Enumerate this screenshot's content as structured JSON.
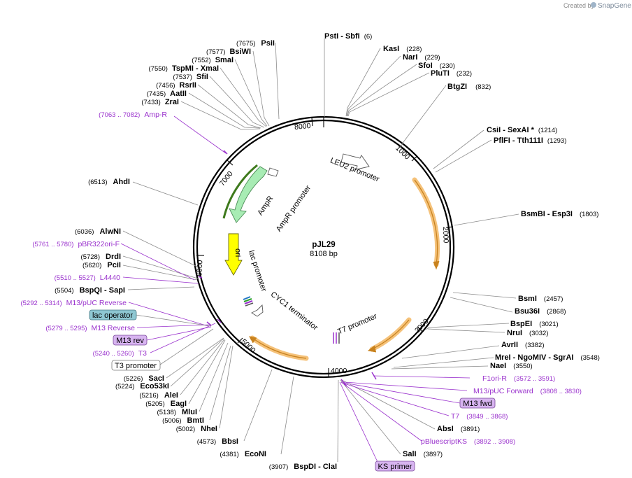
{
  "watermark": {
    "created_by": "Created by",
    "brand": "SnapGene"
  },
  "plasmid": {
    "name": "pJL29",
    "size_label": "8108 bp"
  },
  "scale_ticks": [
    "1000",
    "2000",
    "3000",
    "4000",
    "5000",
    "6000",
    "7000",
    "8000"
  ],
  "features": {
    "leu2_promoter": "LEU2 promoter",
    "ampr": "AmpR",
    "ampr_promoter": "AmpR promoter",
    "ori": "ori",
    "lac_promoter": "lac promoter",
    "cyc1_terminator": "CYC1 terminator",
    "t7_promoter": "T7 promoter"
  },
  "sites": [
    {
      "id": "psti",
      "name": "PstI   - SbfI",
      "coord": "(6)"
    },
    {
      "id": "kasi",
      "name": "KasI",
      "coord": "(228)"
    },
    {
      "id": "nari",
      "name": "NarI",
      "coord": "(229)"
    },
    {
      "id": "sfoi",
      "name": "SfoI",
      "coord": "(230)"
    },
    {
      "id": "pluti",
      "name": "PluTI",
      "coord": "(232)"
    },
    {
      "id": "btgzi",
      "name": "BtgZI",
      "coord": "(832)"
    },
    {
      "id": "csii",
      "name": "CsiI   - SexAI *",
      "coord": "(1214)"
    },
    {
      "id": "pflfi",
      "name": "PflFI   - Tth111I",
      "coord": "(1293)"
    },
    {
      "id": "bsmbi",
      "name": "BsmBI    - Esp3I",
      "coord": "(1803)"
    },
    {
      "id": "bsmi",
      "name": "BsmI",
      "coord": "(2457)"
    },
    {
      "id": "bsu36i",
      "name": "Bsu36I",
      "coord": "(2868)"
    },
    {
      "id": "bspei",
      "name": "BspEI",
      "coord": "(3021)"
    },
    {
      "id": "nrui",
      "name": "NruI",
      "coord": "(3032)"
    },
    {
      "id": "avrii",
      "name": "AvrII",
      "coord": "(3382)"
    },
    {
      "id": "mrei",
      "name": "MreI   - NgoMIV   - SgrAI",
      "coord": "(3548)"
    },
    {
      "id": "naei",
      "name": "NaeI",
      "coord": "(3550)"
    },
    {
      "id": "absi",
      "name": "AbsI",
      "coord": "(3891)"
    },
    {
      "id": "sali",
      "name": "SalI",
      "coord": "(3897)"
    },
    {
      "id": "bspdi",
      "name": "BspDI   - ClaI",
      "coord": "(3907)"
    },
    {
      "id": "econi",
      "name": "EcoNI",
      "coord": "(4381)"
    },
    {
      "id": "bbsi",
      "name": "BbsI",
      "coord": "(4573)"
    },
    {
      "id": "nhei",
      "name": "NheI",
      "coord": "(5002)"
    },
    {
      "id": "bmti",
      "name": "BmtI",
      "coord": "(5006)"
    },
    {
      "id": "mlui",
      "name": "MluI",
      "coord": "(5138)"
    },
    {
      "id": "eagi",
      "name": "EagI",
      "coord": "(5205)"
    },
    {
      "id": "alei",
      "name": "AleI",
      "coord": "(5216)"
    },
    {
      "id": "eco53ki",
      "name": "Eco53kI",
      "coord": "(5224)"
    },
    {
      "id": "saci",
      "name": "SacI",
      "coord": "(5226)"
    },
    {
      "id": "sapi",
      "name": "BspQI   - SapI",
      "coord": "(5504)"
    },
    {
      "id": "pcii",
      "name": "PciI",
      "coord": "(5620)"
    },
    {
      "id": "drdi",
      "name": "DrdI",
      "coord": "(5728)"
    },
    {
      "id": "alwni",
      "name": "AlwNI",
      "coord": "(6036)"
    },
    {
      "id": "ahdi",
      "name": "AhdI",
      "coord": "(6513)"
    },
    {
      "id": "zrai",
      "name": "ZraI",
      "coord": "(7433)"
    },
    {
      "id": "aatii",
      "name": "AatII",
      "coord": "(7435)"
    },
    {
      "id": "rsrii",
      "name": "RsrII",
      "coord": "(7456)"
    },
    {
      "id": "sfii",
      "name": "SfiI",
      "coord": "(7537)"
    },
    {
      "id": "tspmi",
      "name": "TspMI   - XmaI",
      "coord": "(7550)"
    },
    {
      "id": "smai",
      "name": "SmaI",
      "coord": "(7552)"
    },
    {
      "id": "bsiwi",
      "name": "BsiWI",
      "coord": "(7577)"
    },
    {
      "id": "psii",
      "name": "PsiI",
      "coord": "(7675)"
    }
  ],
  "primers": [
    {
      "id": "amp-r",
      "name": "Amp-R",
      "coord": "(7063 .. 7082)"
    },
    {
      "id": "pbr322ori-f",
      "name": "pBR322ori-F",
      "coord": "(5761 .. 5780)"
    },
    {
      "id": "l4440",
      "name": "L4440",
      "coord": "(5510 .. 5527)"
    },
    {
      "id": "m13-puc-reverse",
      "name": "M13/pUC Reverse",
      "coord": "(5292 .. 5314)"
    },
    {
      "id": "m13-reverse",
      "name": "M13 Reverse",
      "coord": "(5279 .. 5295)"
    },
    {
      "id": "t3",
      "name": "T3",
      "coord": "(5240 .. 5260)"
    },
    {
      "id": "f1ori-r",
      "name": "F1ori-R",
      "coord": "(3572 .. 3591)"
    },
    {
      "id": "m13-puc-forward",
      "name": "M13/pUC Forward",
      "coord": "(3808 .. 3830)"
    },
    {
      "id": "t7",
      "name": "T7",
      "coord": "(3849 .. 3868)"
    },
    {
      "id": "pbluescriptks",
      "name": "pBluescriptKS",
      "coord": "(3892 .. 3908)"
    }
  ],
  "boxed_labels": {
    "lac_operator": "lac operator",
    "m13_rev": "M13 rev",
    "t3_promoter": "T3 promoter",
    "m13_fwd": "M13 fwd",
    "ks_primer": "KS primer"
  },
  "colors": {
    "backbone": "#000000",
    "orange_feature": "#f5c27a",
    "ampr_green": "#7ee08f",
    "ori_yellow": "#ffff00",
    "primer_purple": "#9a32cd",
    "boxed_purple": "#d7b4f0",
    "lac_operator_blue": "#8ec7d2"
  }
}
